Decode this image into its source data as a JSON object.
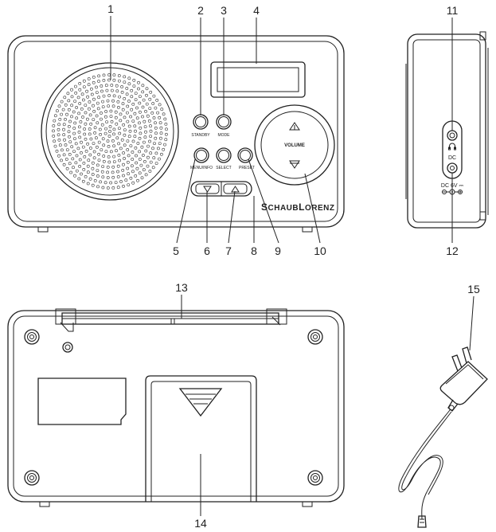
{
  "front": {
    "buttons": {
      "standby": "STANDBY",
      "mode": "MODE",
      "menu_info": "MENU/INFO",
      "select": "SELECT",
      "preset": "PRESET"
    },
    "volume_label": "VOLUME",
    "brand_first": "S",
    "brand_mid": "CHAUB",
    "brand_second": "L",
    "brand_end": "ORENZ"
  },
  "side": {
    "dc_label": "DC",
    "dc_spec": "DC 6V ⎓"
  },
  "callouts": [
    "1",
    "2",
    "3",
    "4",
    "5",
    "6",
    "7",
    "8",
    "9",
    "10",
    "11",
    "12",
    "13",
    "14",
    "15"
  ]
}
